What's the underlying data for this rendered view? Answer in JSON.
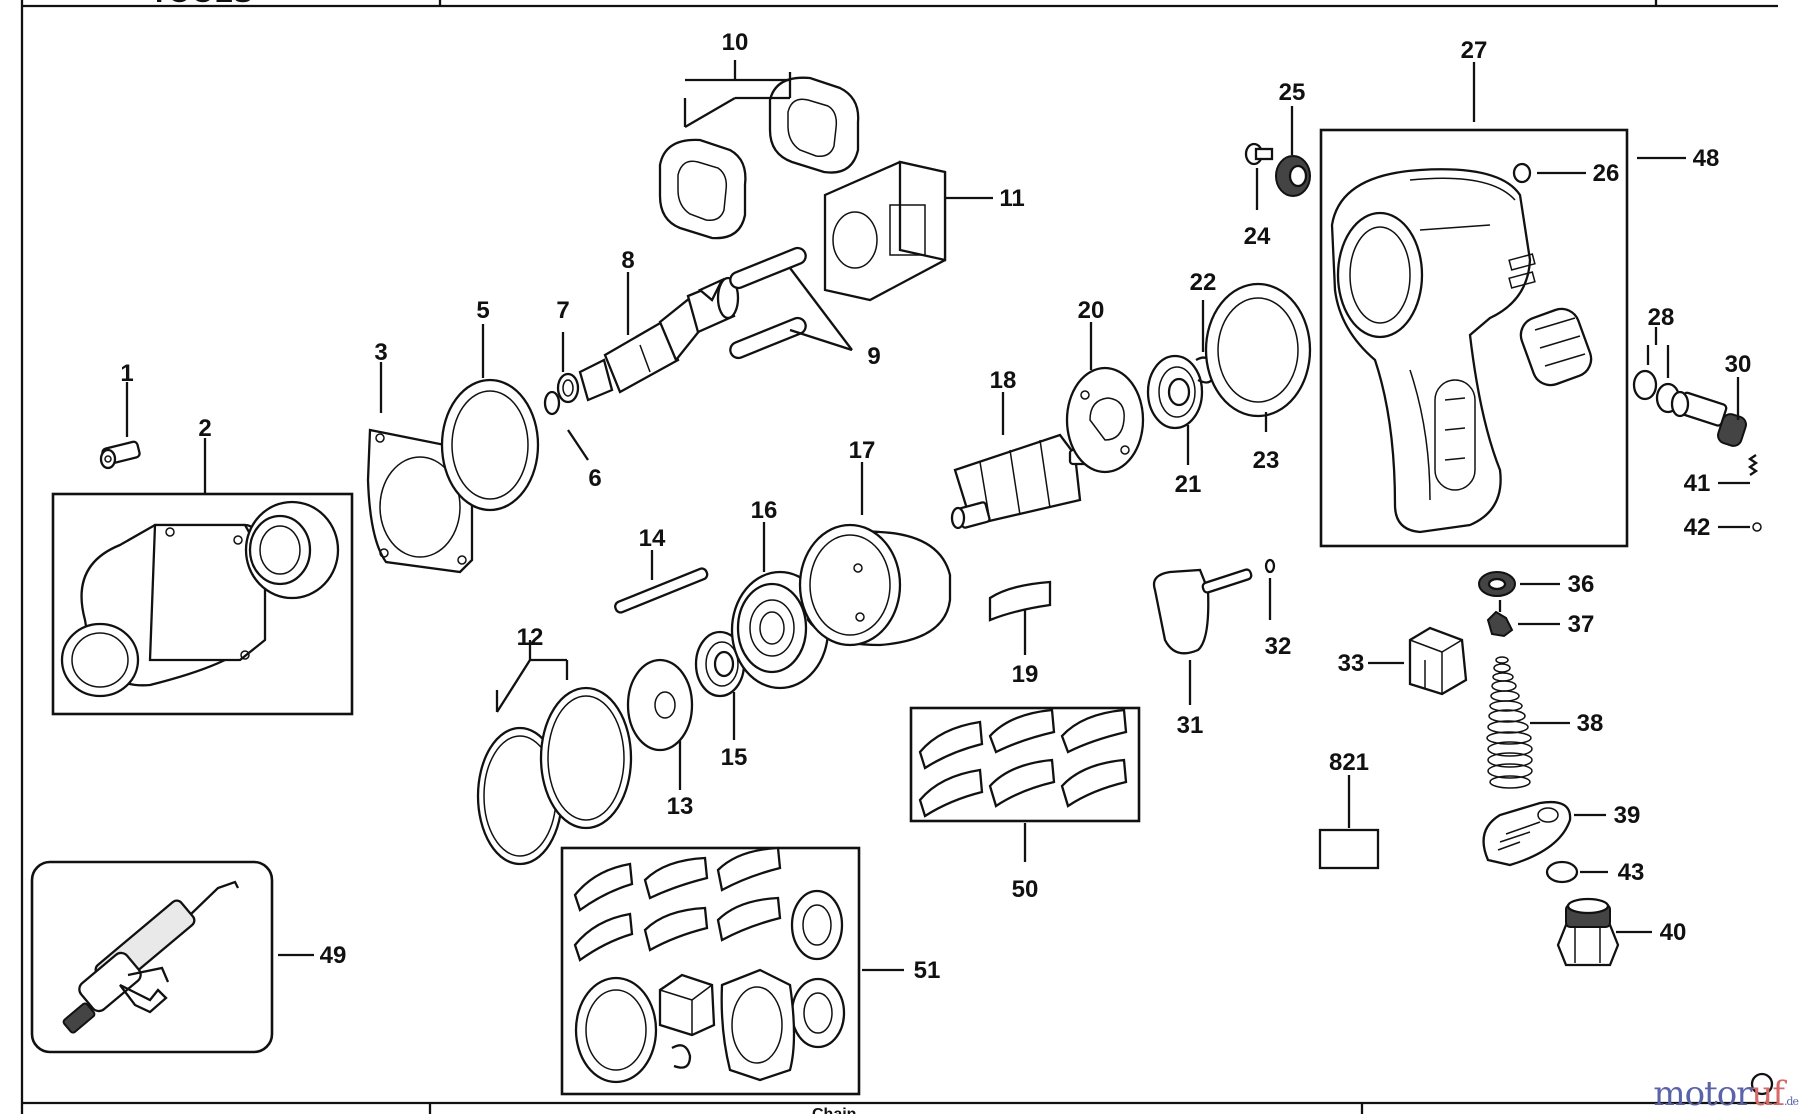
{
  "header": {
    "logo_text": "TOOLS"
  },
  "footer": {
    "text": "Chain"
  },
  "watermark": {
    "name_primary": "motor",
    "name_accent": "uf",
    "tld": ".de"
  },
  "colors": {
    "line": "#111111",
    "watermark_primary": "#5a63a8",
    "watermark_accent": "#d46a6a"
  },
  "callouts": {
    "c1": "1",
    "c2": "2",
    "c3": "3",
    "c5": "5",
    "c6": "6",
    "c7": "7",
    "c8": "8",
    "c9": "9",
    "c10": "10",
    "c11": "11",
    "c12": "12",
    "c13": "13",
    "c14": "14",
    "c15": "15",
    "c16": "16",
    "c17": "17",
    "c18": "18",
    "c19": "19",
    "c20": "20",
    "c21": "21",
    "c22": "22",
    "c23": "23",
    "c24": "24",
    "c25": "25",
    "c26": "26",
    "c27": "27",
    "c28": "28",
    "c30": "30",
    "c31": "31",
    "c32": "32",
    "c33": "33",
    "c36": "36",
    "c37": "37",
    "c38": "38",
    "c39": "39",
    "c40": "40",
    "c41": "41",
    "c42": "42",
    "c43": "43",
    "c48": "48",
    "c49": "49",
    "c50": "50",
    "c51": "51",
    "c821": "821"
  }
}
